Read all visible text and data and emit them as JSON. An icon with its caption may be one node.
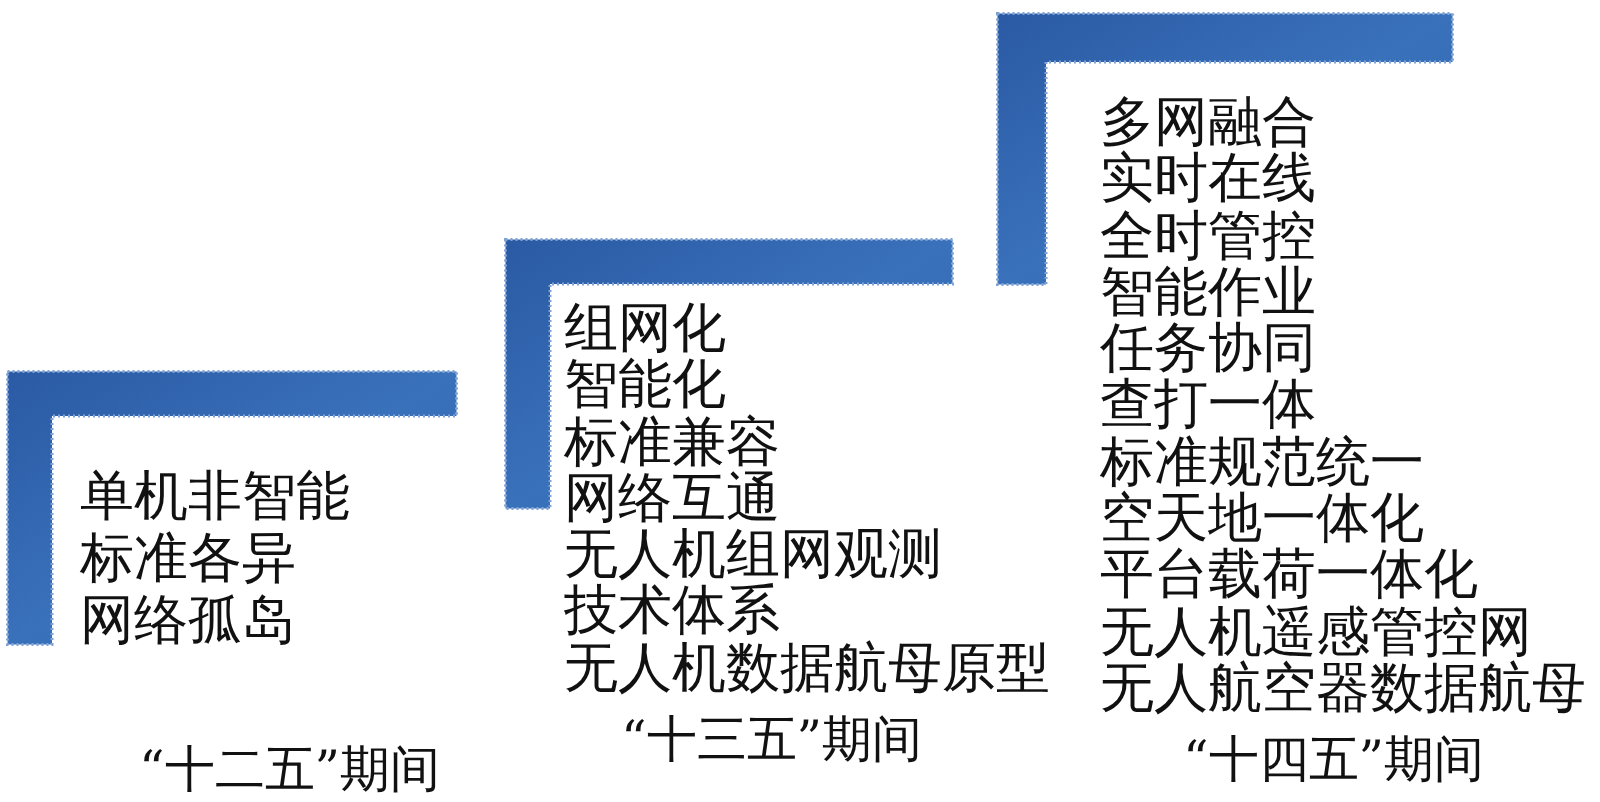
{
  "diagram": {
    "nodes": [
      {
        "text": [
          "单机非智能",
          "标准各异",
          "网络孤岛"
        ],
        "beside": [
          "“十二五”期间"
        ]
      },
      {
        "text": [
          "组网化",
          "智能化",
          "标准兼容",
          "网络互通",
          "无人机组网观测技术体系",
          "无人机数据航母原型"
        ],
        "beside": [
          "“十三五”期间"
        ]
      },
      {
        "text": [
          "多网融合",
          "实时在线",
          "全时管控",
          "智能作业",
          "任务协同",
          "查打一体",
          "标准规范统一",
          "空天地一体化",
          "平台载荷一体化",
          "无人机遥感管控网"
        ]
      }
    ],
    "labels": [
      "无人航空器数据航母",
      "“十四五”期间"
    ]
  }
}
